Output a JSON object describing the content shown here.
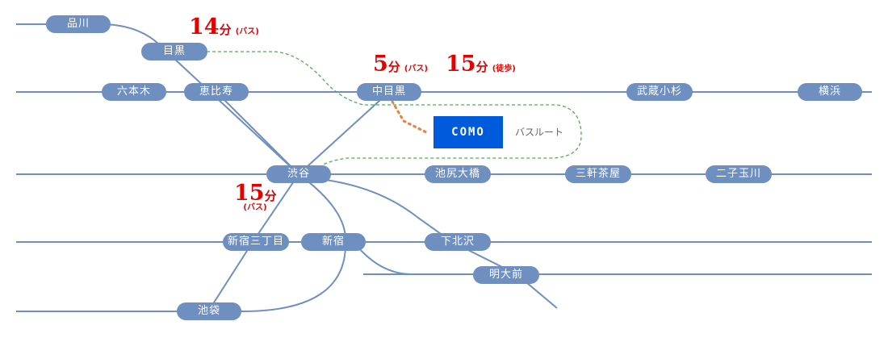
{
  "stations": {
    "shinagawa": "品川",
    "meguro": "目黒",
    "roppongi": "六本木",
    "ebisu": "恵比寿",
    "nakameguro": "中目黒",
    "musashikosugi": "武蔵小杉",
    "yokohama": "横浜",
    "shibuya": "渋谷",
    "ikejiriohashi": "池尻大橋",
    "sangenjaya": "三軒茶屋",
    "futakotamagawa": "二子玉川",
    "shinjuku_sanchome": "新宿三丁目",
    "shinjuku": "新宿",
    "shimokitazawa": "下北沢",
    "meidaimae": "明大前",
    "ikebukuro": "池袋"
  },
  "destination": {
    "name": "COMO",
    "bus_route_label": "バスルート"
  },
  "travel_times": {
    "meguro_bus": {
      "minutes": "14",
      "unit": "分",
      "mode": "(バス)"
    },
    "nakameguro_bus": {
      "minutes": "5",
      "unit": "分",
      "mode": "(バス)"
    },
    "nakameguro_walk": {
      "minutes": "15",
      "unit": "分",
      "mode": "(徒歩)"
    },
    "shibuya_bus": {
      "minutes": "15",
      "unit": "分",
      "mode": "(バス)"
    }
  },
  "colors": {
    "rail_line": "#6f8fc0",
    "station_fill": "#6f8fc0",
    "bus_route": "#4caf50",
    "walk_route": "#f07f3c",
    "time_text": "#e60000",
    "como_fill": "#005bdc"
  }
}
